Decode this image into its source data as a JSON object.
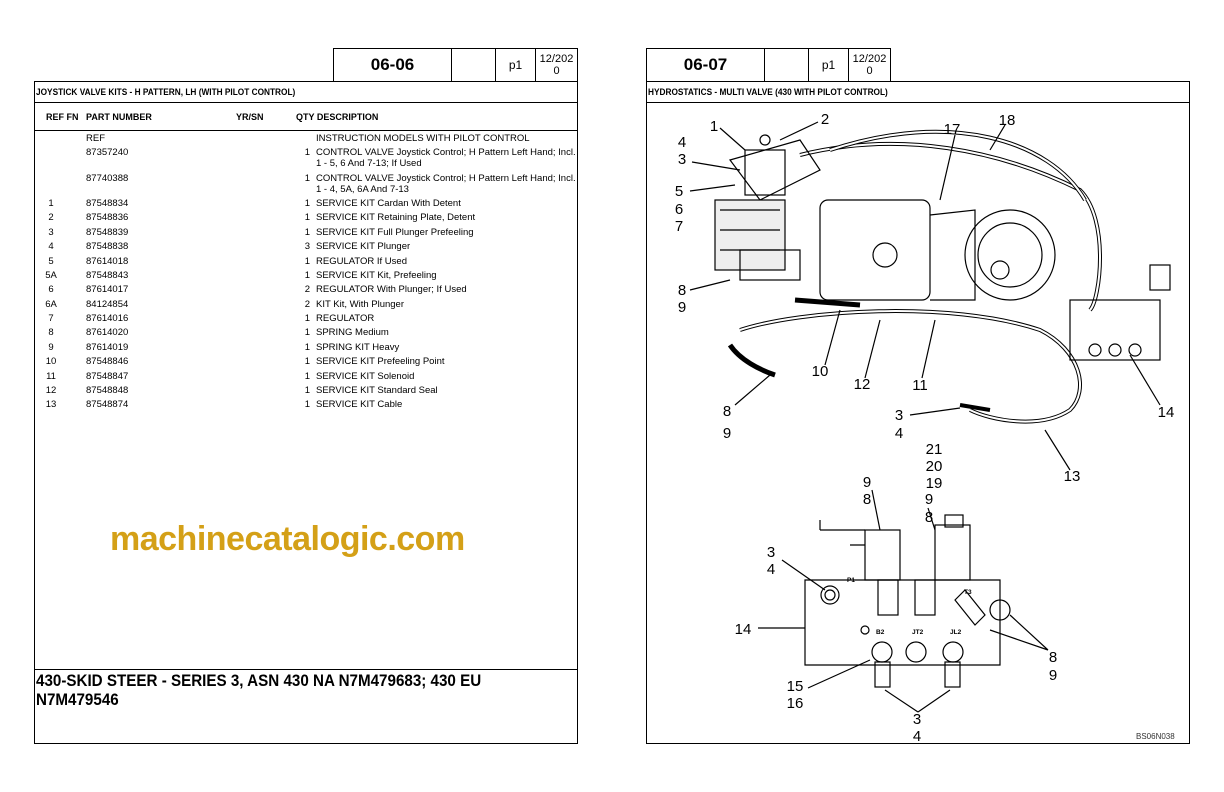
{
  "left_page": {
    "code": "06-06",
    "page": "p1",
    "date": "12/202\n0",
    "title": "JOYSTICK VALVE KITS - H PATTERN, LH (WITH PILOT CONTROL)",
    "columns": {
      "ref_fn": "REF FN",
      "part_number": "PART NUMBER",
      "yr_sn": "YR/SN",
      "qty_desc": "QTY DESCRIPTION"
    },
    "rows": [
      {
        "ref": "",
        "part": "REF",
        "qty": "",
        "desc": "INSTRUCTION  MODELS WITH PILOT CONTROL"
      },
      {
        "ref": "",
        "part": "87357240",
        "qty": "1",
        "desc": "CONTROL VALVE  Joystick Control; H Pattern Left Hand; Incl. 1 - 5, 6 And 7-13; If Used"
      },
      {
        "ref": "",
        "part": "87740388",
        "qty": "1",
        "desc": "CONTROL VALVE  Joystick Control; H Pattern Left Hand; Incl. 1 - 4, 5A, 6A And 7-13"
      },
      {
        "ref": "1",
        "part": "87548834",
        "qty": "1",
        "desc": "SERVICE KIT  Cardan With Detent"
      },
      {
        "ref": "2",
        "part": "87548836",
        "qty": "1",
        "desc": "SERVICE KIT  Retaining Plate, Detent"
      },
      {
        "ref": "3",
        "part": "87548839",
        "qty": "1",
        "desc": "SERVICE KIT  Full Plunger Prefeeling"
      },
      {
        "ref": "4",
        "part": "87548838",
        "qty": "3",
        "desc": "SERVICE KIT  Plunger"
      },
      {
        "ref": "5",
        "part": "87614018",
        "qty": "1",
        "desc": "REGULATOR  If Used"
      },
      {
        "ref": "5A",
        "part": "87548843",
        "qty": "1",
        "desc": "SERVICE KIT  Kit, Prefeeling"
      },
      {
        "ref": "6",
        "part": "87614017",
        "qty": "2",
        "desc": "REGULATOR  With Plunger; If Used"
      },
      {
        "ref": "6A",
        "part": "84124854",
        "qty": "2",
        "desc": "KIT  Kit, With Plunger"
      },
      {
        "ref": "7",
        "part": "87614016",
        "qty": "1",
        "desc": "REGULATOR"
      },
      {
        "ref": "8",
        "part": "87614020",
        "qty": "1",
        "desc": "SPRING  Medium"
      },
      {
        "ref": "9",
        "part": "87614019",
        "qty": "1",
        "desc": "SPRING KIT  Heavy"
      },
      {
        "ref": "10",
        "part": "87548846",
        "qty": "1",
        "desc": "SERVICE KIT  Prefeeling Point"
      },
      {
        "ref": "11",
        "part": "87548847",
        "qty": "1",
        "desc": "SERVICE KIT  Solenoid"
      },
      {
        "ref": "12",
        "part": "87548848",
        "qty": "1",
        "desc": "SERVICE KIT  Standard Seal"
      },
      {
        "ref": "13",
        "part": "87548874",
        "qty": "1",
        "desc": "SERVICE KIT  Cable"
      }
    ],
    "footer": "430-SKID STEER - SERIES 3, ASN 430 NA N7M479683; 430 EU N7M479546"
  },
  "right_page": {
    "code": "06-07",
    "page": "p1",
    "date": "12/202\n0",
    "title": "HYDROSTATICS - MULTI VALVE (430 WITH PILOT CONTROL)",
    "figure_id": "BS06N038",
    "port_labels": [
      "P1",
      "T3",
      "B2",
      "JT2",
      "JL2"
    ],
    "callouts": [
      "1",
      "2",
      "17",
      "18",
      "4",
      "3",
      "5",
      "6",
      "7",
      "8",
      "9",
      "10",
      "12",
      "11",
      "14",
      "8",
      "9",
      "3",
      "4",
      "13",
      "21",
      "20",
      "19",
      "9",
      "8",
      "9",
      "8",
      "3",
      "4",
      "14",
      "8",
      "9",
      "15",
      "16",
      "3",
      "4"
    ]
  },
  "watermark": "machinecatalogic.com"
}
